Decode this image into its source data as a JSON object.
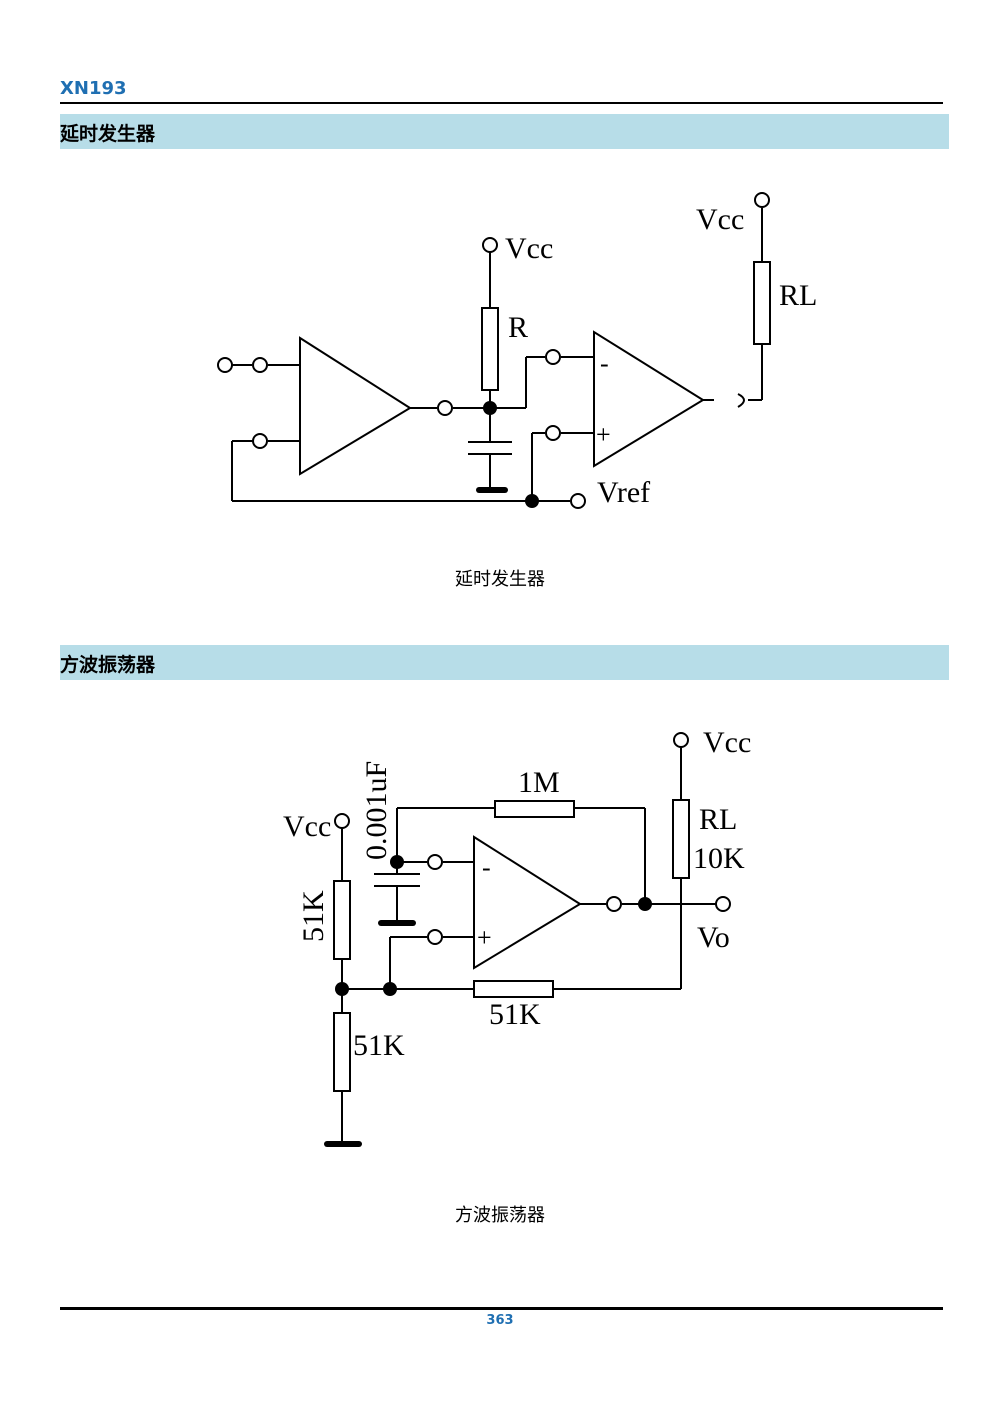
{
  "header": {
    "doc_id": "XN193"
  },
  "sections": [
    {
      "title": "延时发生器",
      "caption": "延时发生器",
      "labels": {
        "vcc_r": "Vcc",
        "r": "R",
        "vcc_rl": "Vcc",
        "rl": "RL",
        "vref": "Vref",
        "minus": "-",
        "plus": "+"
      }
    },
    {
      "title": "方波振荡器",
      "caption": "方波振荡器",
      "labels": {
        "vcc_left": "Vcc",
        "cap": "0.001uF",
        "r_feedback": "1M",
        "vcc_right": "Vcc",
        "rl": "RL",
        "rl_value": "10K",
        "vo": "Vo",
        "r_upper": "51K",
        "r_lower": "51K",
        "r_positive": "51K",
        "minus": "-",
        "plus": "+"
      }
    }
  ],
  "footer": {
    "page_number": "363"
  }
}
